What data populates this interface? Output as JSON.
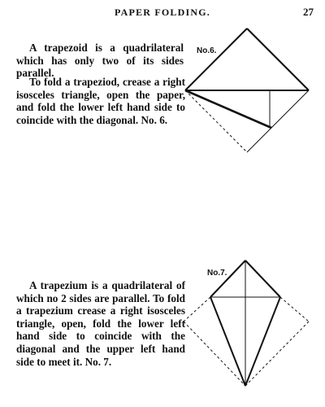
{
  "header": {
    "running_title": "PAPER FOLDING.",
    "page_number": "27"
  },
  "section_trapezoid": {
    "definition": "A trapezoid is a quadrilateral which has only two of its sides parallel.",
    "instructions": "To fold a trapeziod, crease a right isosceles triangle, open the paper, and fold the lower left hand side to coincide with the diagonal.",
    "figure_reference": "No. 6.",
    "figure_label": "No.6."
  },
  "section_trapezium": {
    "text": "A trapezium is a quadrilateral of which no 2 sides are parallel. To fold a trapezium crease a right isosceles triangle, open, fold the lower left hand side to coincide with the diagonal and the upper left hand side to meet it.",
    "figure_reference": "No. 7.",
    "figure_label": "No.7."
  }
}
